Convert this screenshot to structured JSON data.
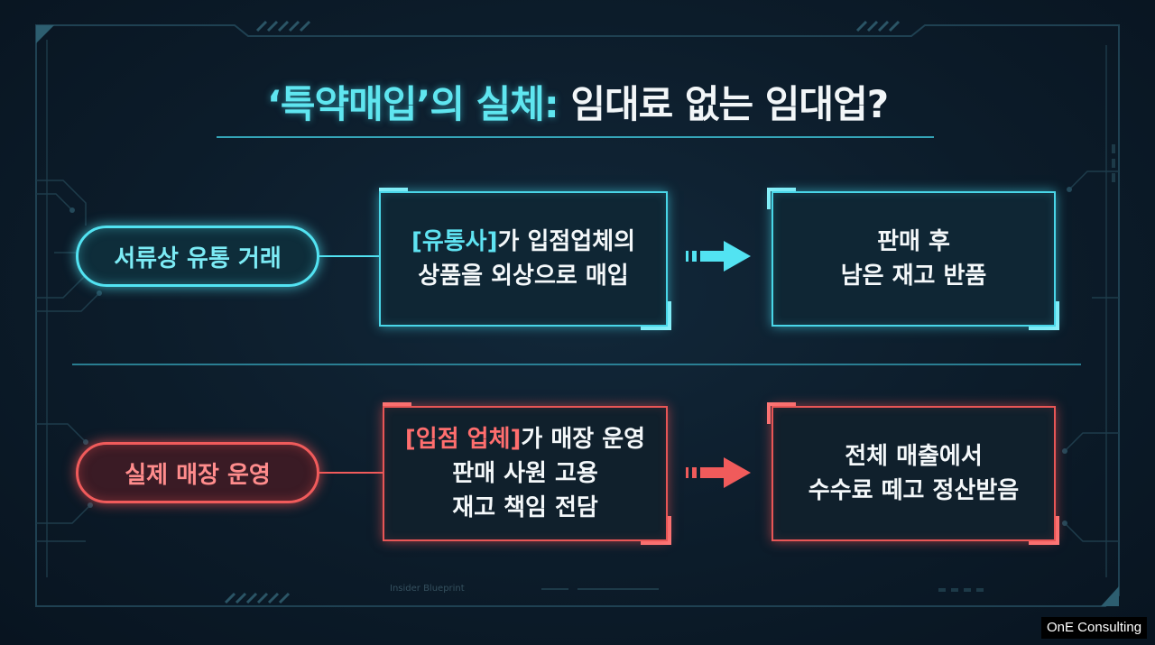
{
  "title": {
    "highlight": "‘특약매입’의 실체:",
    "rest": "임대료 없는 임대업?"
  },
  "rows": [
    {
      "theme": "cyan",
      "label": "서류상 유통 거래",
      "box1": {
        "highlight": "[유통사]",
        "line1_rest": "가 입점업체의",
        "line2": "상품을 외상으로 매입"
      },
      "box2": {
        "line1": "판매 후",
        "line2": "남은 재고 반품"
      }
    },
    {
      "theme": "red",
      "label": "실제 매장 운영",
      "box1": {
        "highlight": "[입점 업체]",
        "line1_rest": "가 매장 운영",
        "line2": "판매 사원 고용",
        "line3": "재고 책임 전담"
      },
      "box2": {
        "line1": "전체 매출에서",
        "line2": "수수료 떼고 정산받음"
      }
    }
  ],
  "watermark": "Insider Blueprint",
  "credit": "OnE Consulting",
  "colors": {
    "cyan": "#52e3f2",
    "red": "#f05b5b",
    "background": "#0b1a26"
  }
}
